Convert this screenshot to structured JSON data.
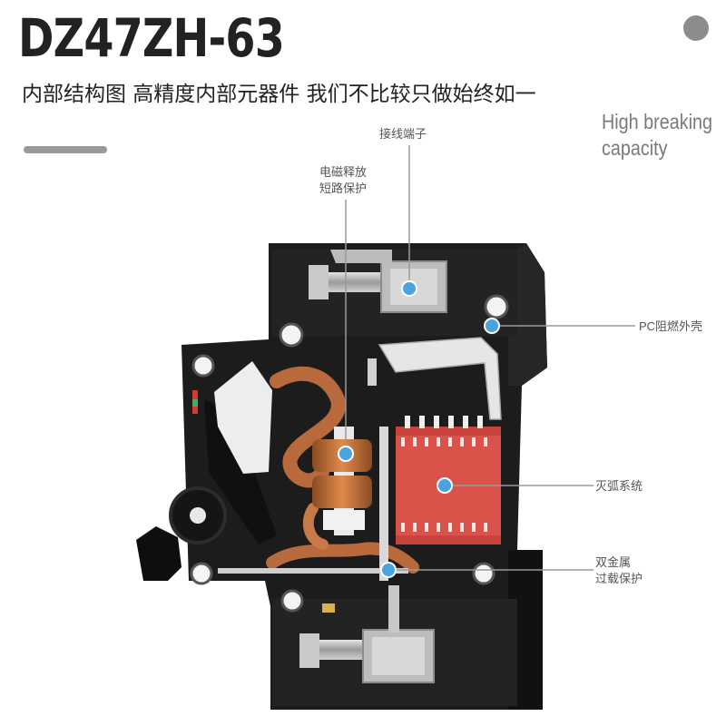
{
  "header": {
    "model": "DZ47ZH-63",
    "subtitle": "内部结构图 高精度内部元器件 我们不比较只做始终如一"
  },
  "feature": {
    "line1": "High breaking",
    "line2": "capacity"
  },
  "callouts": {
    "terminal": "接线端子",
    "magnetic_line1": "电磁释放",
    "magnetic_line2": "短路保护",
    "housing": "PC阻燃外壳",
    "arc_system": "灭弧系统",
    "bimetal_line1": "双金属",
    "bimetal_line2": "过载保护"
  },
  "colors": {
    "marker_blue": "#4aa3df",
    "housing_black": "#1a1a1a",
    "arc_chute_red": "#d9534a",
    "copper": "#b86a3c",
    "label_text": "#555555"
  },
  "icons": {
    "callout_marker": "blue-dot-icon",
    "decor_dot": "grey-dot-icon"
  }
}
